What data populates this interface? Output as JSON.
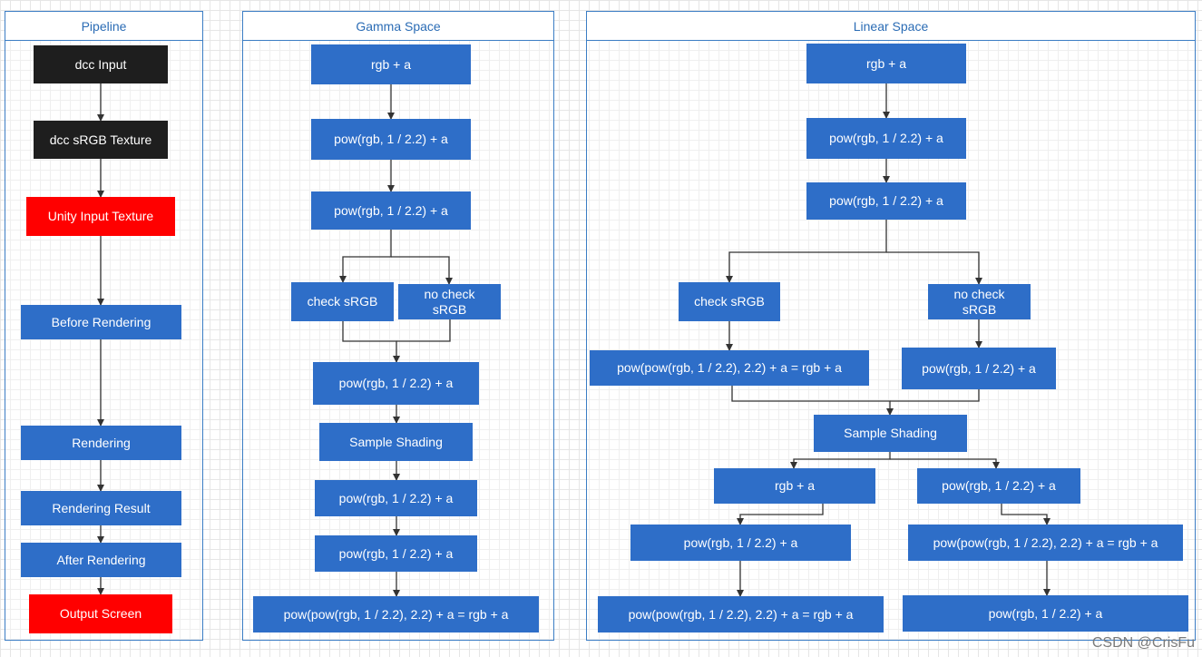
{
  "panels": {
    "pipeline": "Pipeline",
    "gamma": "Gamma Space",
    "linear": "Linear Space"
  },
  "pipeline": {
    "dcc_input": "dcc Input",
    "dcc_srgb": "dcc sRGB Texture",
    "unity_input": "Unity Input Texture",
    "before_rendering": "Before Rendering",
    "rendering": "Rendering",
    "rendering_result": "Rendering Result",
    "after_rendering": "After Rendering",
    "output": "Output  Screen"
  },
  "gamma": {
    "n1": "rgb + a",
    "n2": "pow(rgb, 1 / 2.2) + a",
    "n3": "pow(rgb, 1 / 2.2) + a",
    "check": "check sRGB",
    "nocheck": "no check sRGB",
    "n4": "pow(rgb, 1 / 2.2) + a",
    "shading": "Sample Shading",
    "n5": "pow(rgb, 1 / 2.2) + a",
    "n6": "pow(rgb, 1 / 2.2) + a",
    "n7": "pow(pow(rgb, 1 / 2.2), 2.2) + a = rgb + a"
  },
  "linear": {
    "n1": "rgb + a",
    "n2": "pow(rgb, 1 / 2.2) + a",
    "n3": "pow(rgb, 1 / 2.2) + a",
    "check": "check sRGB",
    "nocheck": "no check sRGB",
    "check_result": "pow(pow(rgb, 1 / 2.2), 2.2) + a = rgb + a",
    "nocheck_result": "pow(rgb, 1 / 2.2) + a",
    "shading": "Sample Shading",
    "left1": "rgb + a",
    "left2": "pow(rgb, 1 / 2.2) + a",
    "left3": "pow(pow(rgb, 1 / 2.2), 2.2) + a = rgb + a",
    "right1": "pow(rgb, 1 / 2.2) + a",
    "right2": "pow(pow(rgb, 1 / 2.2), 2.2) + a = rgb + a",
    "right3": "pow(rgb, 1 / 2.2) + a"
  },
  "watermark": "CSDN @CrisFu",
  "colors": {
    "node_blue": "#2e6ec8",
    "node_black": "#1e1e1e",
    "node_red": "#ff0000",
    "panel_border": "#3b7dc4"
  }
}
